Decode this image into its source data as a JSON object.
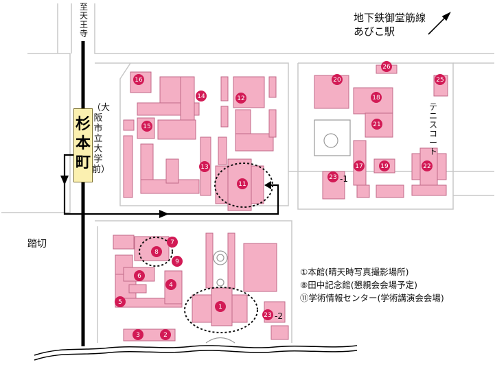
{
  "labels": {
    "north_line": "至天王寺",
    "station": "杉本町",
    "univ_front": "（大阪市立大学前）",
    "subway_line1": "地下鉄御堂筋線",
    "subway_line2": "あびこ駅",
    "crossing": "踏切",
    "tennis_court": "テニスコート"
  },
  "legend": [
    "①本館(晴天時写真撮影場所)",
    "⑧田中記念館(懇親会会場予定)",
    "⑪学術情報センター(学術講演会会場)"
  ],
  "buildings": [
    "1",
    "2",
    "3",
    "4",
    "5",
    "6",
    "7",
    "8",
    "9",
    "11",
    "12",
    "13",
    "14",
    "15",
    "16",
    "17",
    "18",
    "19",
    "20",
    "21",
    "22",
    "23-1",
    "23-2",
    "25",
    "26"
  ],
  "colors": {
    "building_fill": "#f4afc4",
    "building_stroke": "#c06a88",
    "marker": "#d21a55",
    "road": "#c8c8c8",
    "rail": "#000000",
    "route": "#000000"
  },
  "highlighted": [
    "1",
    "8",
    "11"
  ]
}
